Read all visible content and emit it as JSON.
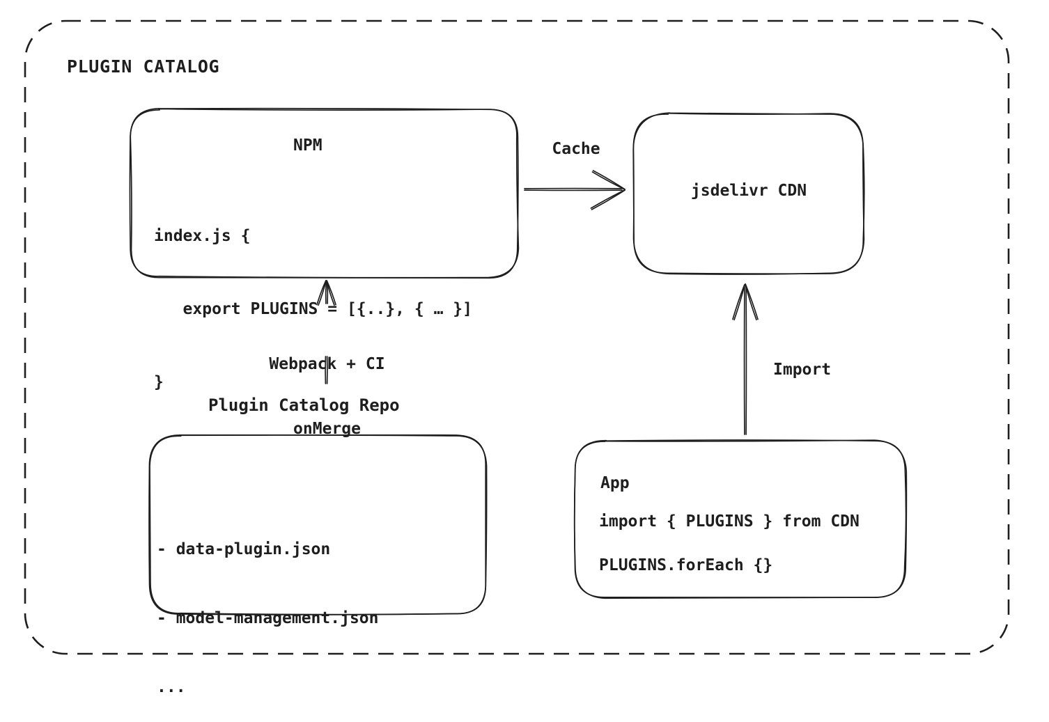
{
  "colors": {
    "ink": "#1e1e1e",
    "background": "#ffffff"
  },
  "frame": {
    "title": "PLUGIN CATALOG"
  },
  "nodes": {
    "npm": {
      "title": "NPM",
      "code": [
        "index.js {",
        "   export PLUGINS = [{..}, { … }]",
        "}"
      ]
    },
    "cdn": {
      "title": "jsdelivr CDN"
    },
    "repo": {
      "heading": "Plugin Catalog Repo",
      "items": [
        "- data-plugin.json",
        "- model-management.json",
        "..."
      ]
    },
    "app": {
      "title": "App",
      "code": [
        "import { PLUGINS } from CDN",
        "PLUGINS.forEach {}"
      ]
    }
  },
  "arrows": {
    "cache": {
      "label": "Cache",
      "from": "NPM",
      "to": "jsdelivr CDN"
    },
    "build": {
      "label_line1": "Webpack + CI",
      "label_line2": "onMerge",
      "from": "Plugin Catalog Repo",
      "to": "NPM"
    },
    "import": {
      "label": "Import",
      "from": "App",
      "to": "jsdelivr CDN"
    }
  }
}
